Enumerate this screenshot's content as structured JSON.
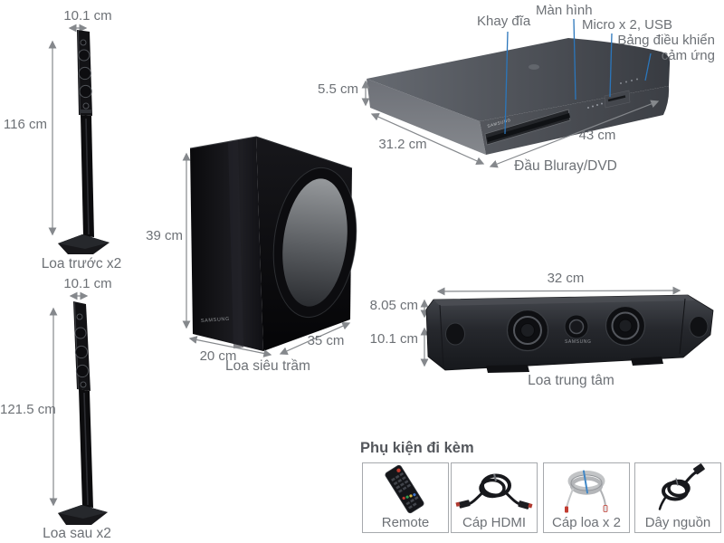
{
  "colors": {
    "dimension_text": "#6d7176",
    "callout_line": "#2b76bb",
    "arrow": "#85888c",
    "heading_text": "#54575c",
    "box_border": "#a6a9ad"
  },
  "branding": "SAMSUNG",
  "front_speaker": {
    "width": "10.1 cm",
    "height": "116 cm",
    "label": "Loa trước x2"
  },
  "rear_speaker": {
    "width": "10.1 cm",
    "height": "121.5 cm",
    "label": "Loa sau x2"
  },
  "subwoofer": {
    "height": "39 cm",
    "width": "20 cm",
    "depth": "35 cm",
    "label": "Loa siêu trầm"
  },
  "bluray_player": {
    "callout_disc_tray": "Khay đĩa",
    "callout_display": "Màn hình",
    "callout_micro_usb": "Micro x 2, USB",
    "callout_touch_panel_line1": "Bảng điều khiển",
    "callout_touch_panel_line2": "cảm ứng",
    "height": "5.5 cm",
    "depth": "31.2 cm",
    "width": "43 cm",
    "label": "Đầu Bluray/DVD"
  },
  "soundbar": {
    "width": "32 cm",
    "depth": "8.05 cm",
    "height": "10.1 cm",
    "label": "Loa trung tâm"
  },
  "accessories": {
    "heading": "Phụ kiện đi kèm",
    "items": [
      {
        "label": "Remote"
      },
      {
        "label": "Cáp HDMI"
      },
      {
        "label": "Cáp loa x 2"
      },
      {
        "label": "Dây nguồn"
      }
    ]
  }
}
